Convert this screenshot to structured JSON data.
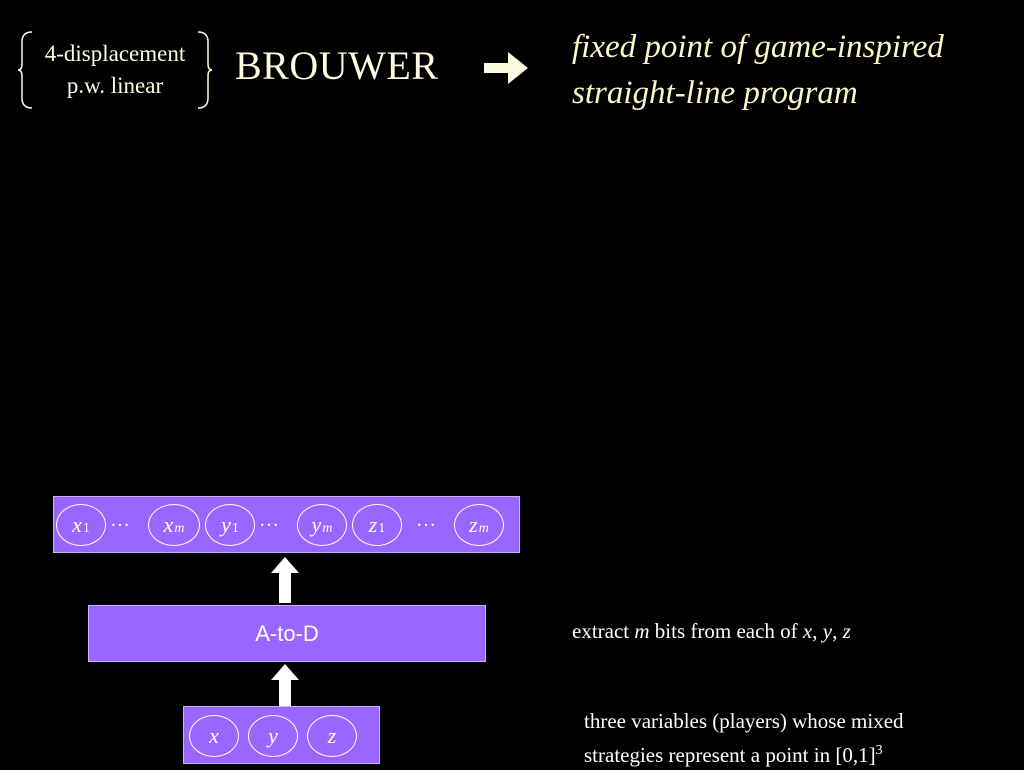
{
  "header": {
    "brace_line1": "4-displacement",
    "brace_line2": "p.w. linear",
    "brouwer": "BROUWER",
    "result_line1": "fixed point of game-inspired",
    "result_line2": "straight-line program"
  },
  "diagram": {
    "bits_nodes": [
      {
        "var": "x",
        "sub": "1"
      },
      {
        "var": "x",
        "sub": "m"
      },
      {
        "var": "y",
        "sub": "1"
      },
      {
        "var": "y",
        "sub": "m"
      },
      {
        "var": "z",
        "sub": "1"
      },
      {
        "var": "z",
        "sub": "m"
      }
    ],
    "ellipsis": "…",
    "atod_label": "A-to-D",
    "vars_nodes": [
      "x",
      "y",
      "z"
    ]
  },
  "captions": {
    "extract_pre": "extract ",
    "extract_m": "m",
    "extract_mid": " bits from each of ",
    "extract_x": "x",
    "extract_comma1": ", ",
    "extract_y": "y",
    "extract_comma2": ", ",
    "extract_z": "z",
    "vars_line1": "three variables (players) whose mixed",
    "vars_line2": "strategies represent a point in [0,1]",
    "vars_sup": "3"
  },
  "colors": {
    "box_fill": "#9966ff",
    "text_cream": "#fffbe0",
    "background": "#000000"
  }
}
